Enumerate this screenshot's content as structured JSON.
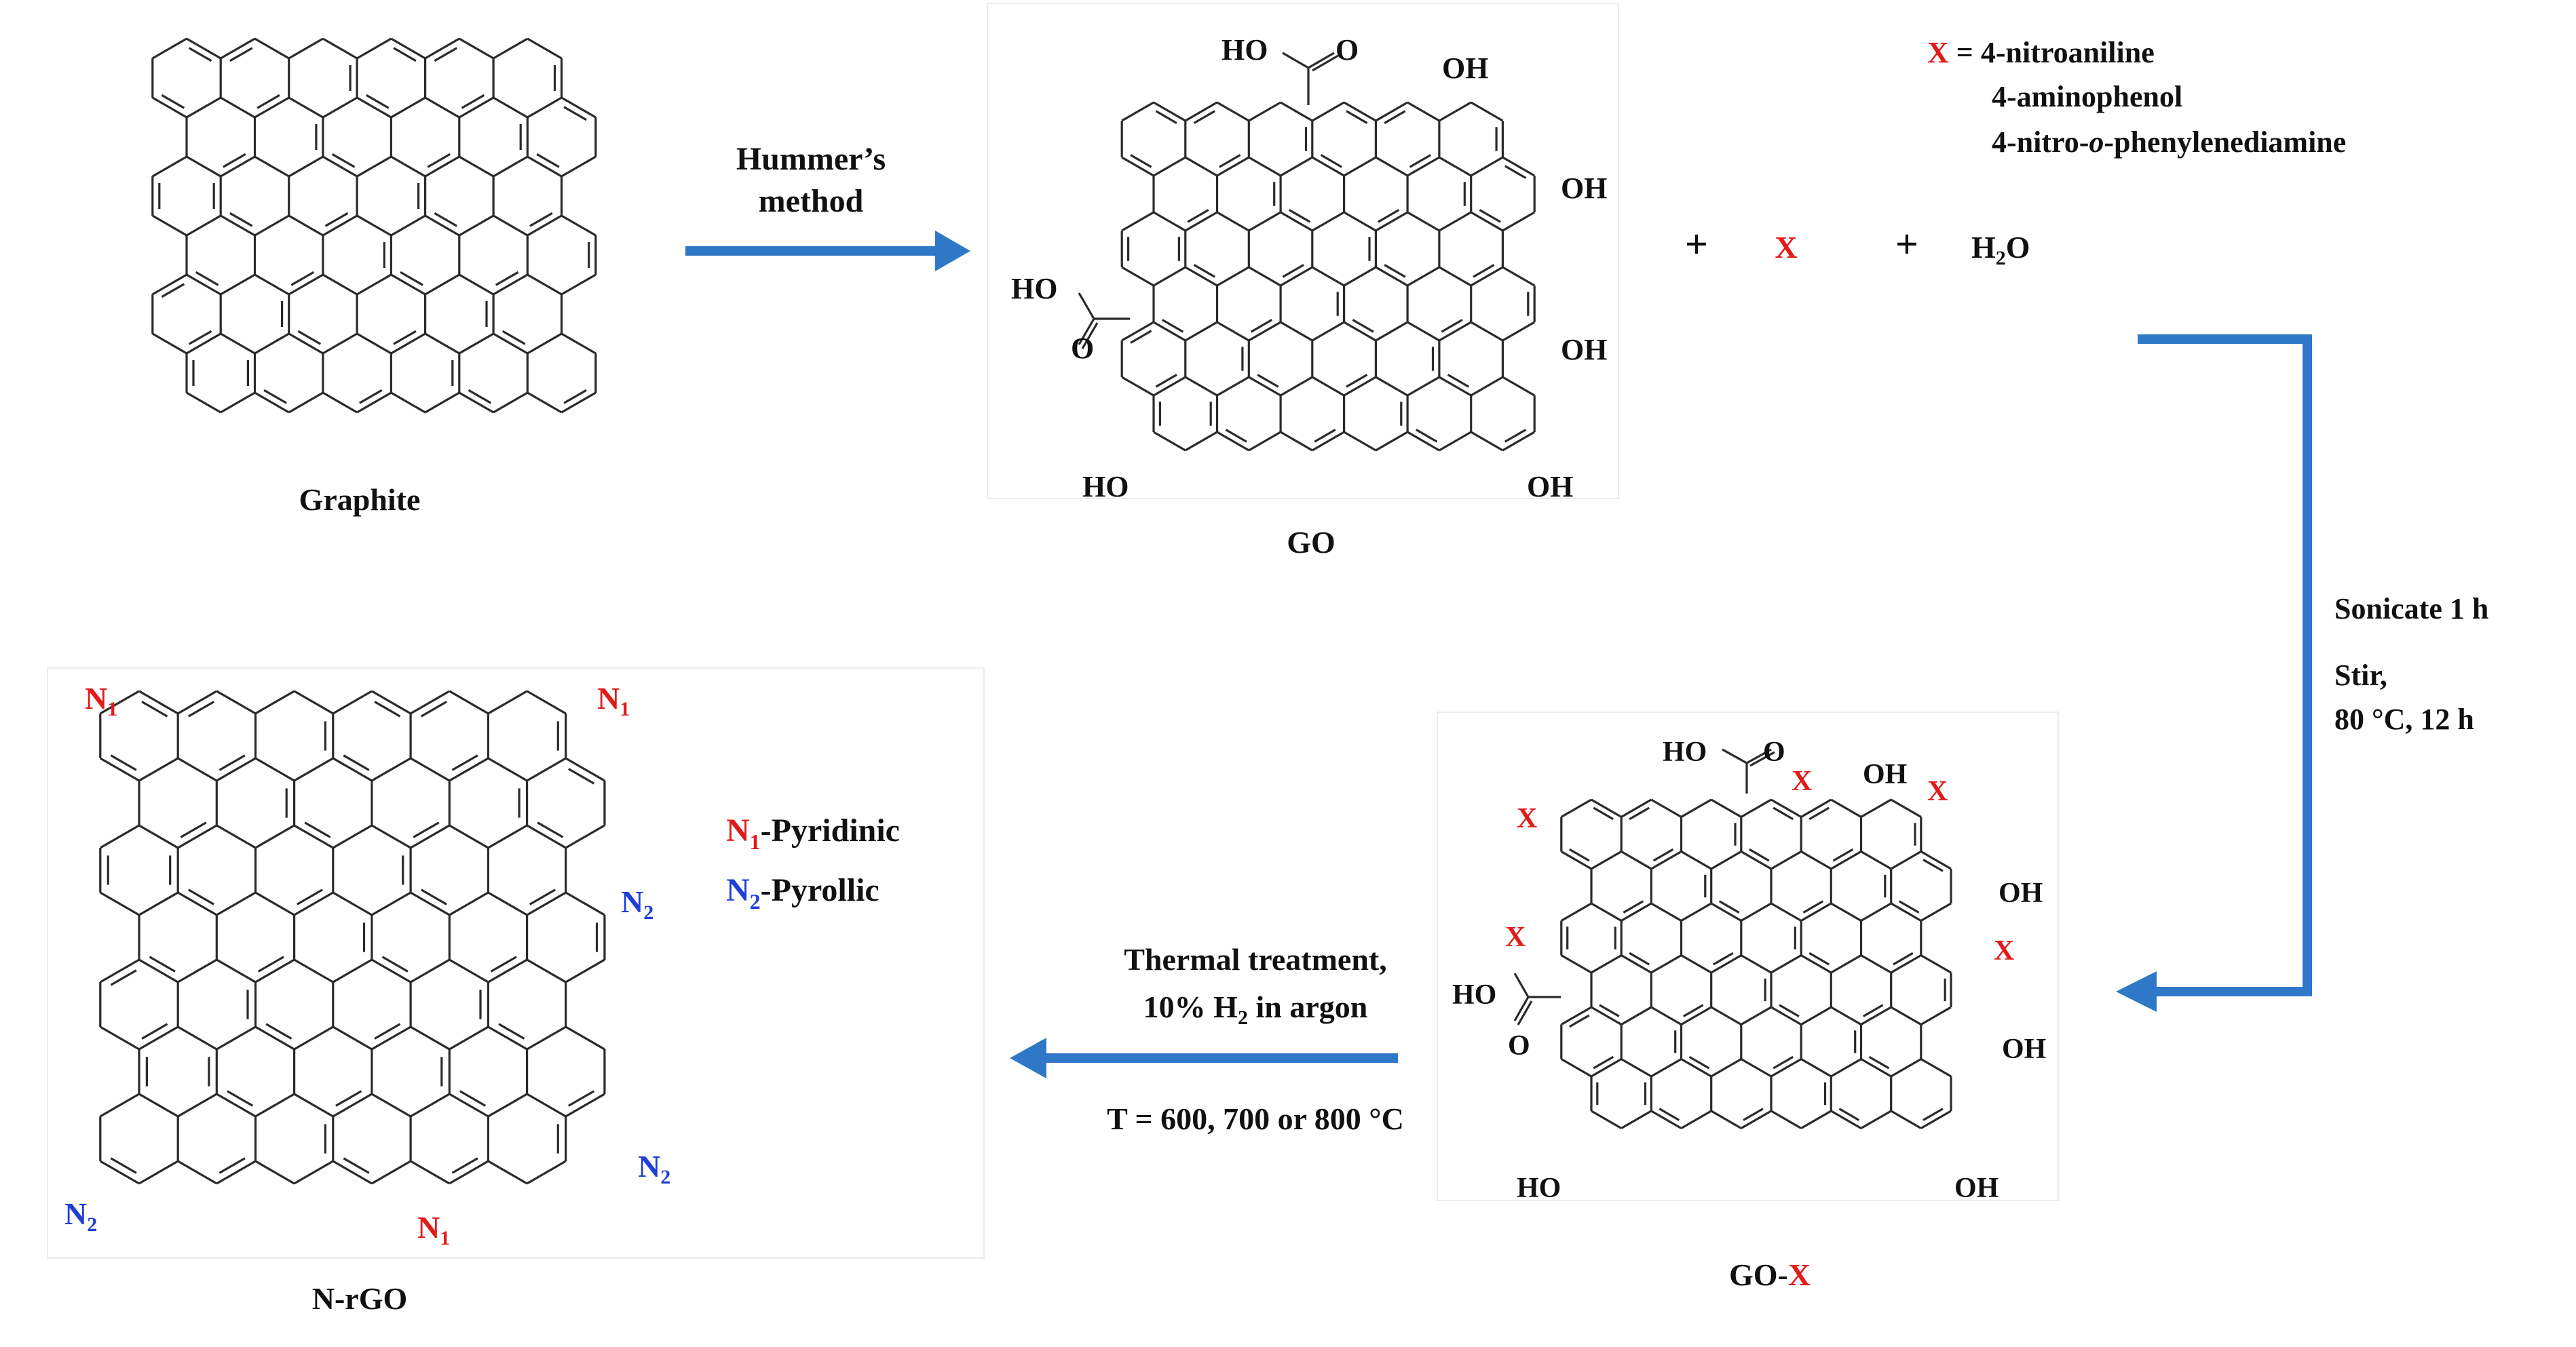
{
  "labels": {
    "graphite": "Graphite",
    "go": "GO",
    "nrgo": "N-rGO",
    "gox_prefix": "GO-",
    "gox_x": "X"
  },
  "arrow1": {
    "line1": "Hummer’s",
    "line2": "method"
  },
  "reagents": {
    "x_symbol": "X",
    "eq": " = 4-nitroaniline",
    "item2": "4-aminophenol",
    "item3_pre": "4-nitro-",
    "item3_ital": "o",
    "item3_post": "-phenylenediamine",
    "plus": "+",
    "x": "X",
    "water_h": "H",
    "water_sub": "2",
    "water_o": "O"
  },
  "step2": {
    "line1": "Sonicate 1 h",
    "line2": "Stir,",
    "line3": "80 °C, 12 h"
  },
  "step3": {
    "line1": "Thermal treatment,",
    "line2_pre": "10% H",
    "line2_sub": "2",
    "line2_post": " in argon",
    "line3": "T = 600, 700 or 800 °C"
  },
  "legend": {
    "n1_n": "N",
    "n1_sub": "1",
    "n1_text": "-Pyridinic",
    "n2_n": "N",
    "n2_sub": "2",
    "n2_text": "-Pyrollic"
  },
  "groups": {
    "oh": "OH",
    "ho": "HO",
    "o": "O",
    "x": "X",
    "n": "N",
    "one": "1",
    "two": "2"
  },
  "colors": {
    "arrow": "#2f78c8",
    "red": "#e11a1a",
    "blue": "#1f3fd6"
  }
}
